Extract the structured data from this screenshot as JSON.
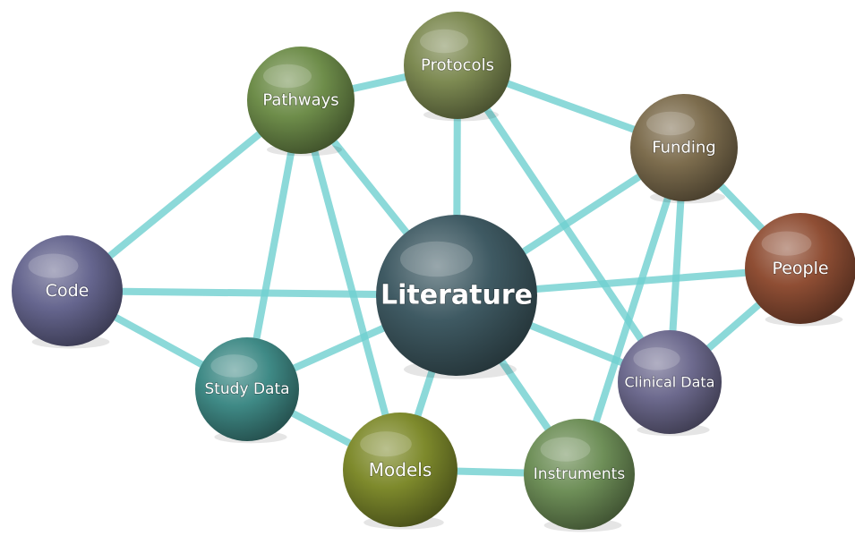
{
  "nodes": [
    {
      "id": "pathways",
      "label": "Pathways",
      "color": "#6e8d4a"
    },
    {
      "id": "protocols",
      "label": "Protocols",
      "color": "#7d8a52"
    },
    {
      "id": "funding",
      "label": "Funding",
      "color": "#7d6d4e"
    },
    {
      "id": "code",
      "label": "Code",
      "color": "#66668f"
    },
    {
      "id": "literature",
      "label": "Literature",
      "color": "#3f5a63"
    },
    {
      "id": "people",
      "label": "People",
      "color": "#8f4e34"
    },
    {
      "id": "study_data",
      "label": "Study Data",
      "color": "#3f8a86"
    },
    {
      "id": "clinical_data",
      "label": "Clinical Data",
      "color": "#6d6a8e"
    },
    {
      "id": "models",
      "label": "Models",
      "color": "#7e8a2c"
    },
    {
      "id": "instruments",
      "label": "Instruments",
      "color": "#6e8f58"
    }
  ],
  "edges": [
    [
      "pathways",
      "protocols"
    ],
    [
      "pathways",
      "code"
    ],
    [
      "pathways",
      "literature"
    ],
    [
      "pathways",
      "study_data"
    ],
    [
      "pathways",
      "models"
    ],
    [
      "protocols",
      "literature"
    ],
    [
      "protocols",
      "funding"
    ],
    [
      "protocols",
      "clinical_data"
    ],
    [
      "funding",
      "literature"
    ],
    [
      "funding",
      "people"
    ],
    [
      "funding",
      "clinical_data"
    ],
    [
      "funding",
      "instruments"
    ],
    [
      "code",
      "literature"
    ],
    [
      "code",
      "study_data"
    ],
    [
      "literature",
      "people"
    ],
    [
      "literature",
      "study_data"
    ],
    [
      "literature",
      "models"
    ],
    [
      "literature",
      "instruments"
    ],
    [
      "literature",
      "clinical_data"
    ],
    [
      "people",
      "clinical_data"
    ],
    [
      "study_data",
      "models"
    ],
    [
      "models",
      "instruments"
    ]
  ]
}
